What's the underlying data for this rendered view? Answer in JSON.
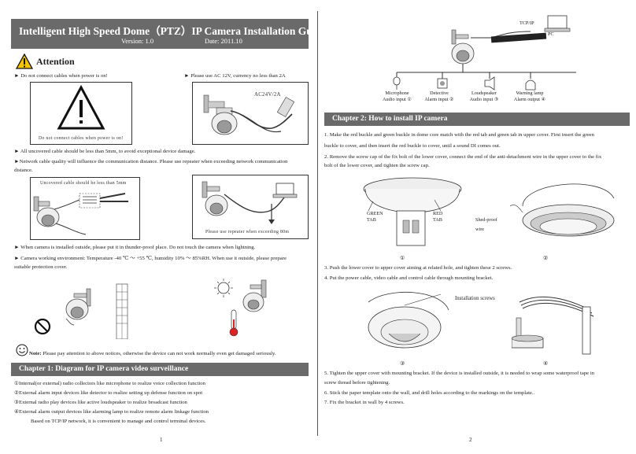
{
  "left": {
    "title": "Intelligent High Speed Dome（PTZ）IP Camera Installation Guide",
    "version": "Version:  1.0",
    "date": "Date: 2011.10",
    "attention_label": "Attention",
    "attention_items": [
      "► Do not connect cables when power is on!",
      "► Please use AC 12V, currency no less than 2A"
    ],
    "box1_caption": "Do not connect cables when power is on!",
    "ac_label": "AC24V/2A",
    "cable_notes": [
      "► All uncovered cable should be less than 5mm, to avoid exceptional device damage.",
      "►Network cable quality will influence the communication distance. Please use repeater when exceeding network communication",
      "distance."
    ],
    "box3_caption": "Uncovered cable should be less than 5mm",
    "box4_caption": "Please use repeater when exceeding 80m",
    "env_notes": [
      "► When camera is installed outside, please put it in thunder-proof place. Do not touch the camera when lightning.",
      "► Camera working environment: Temperature -40 ℃  ～  +55 ℃, humidity 10%  ～  85%RH. When use it outside, please prepare",
      "suitable protection cover."
    ],
    "note_bold": "Note:",
    "note_text": " Please pay attention to above notices, otherwise the device can not work normally even get damaged seriously.",
    "chapter1": "Chapter 1: Diagram for IP camera video surveillance",
    "chapter1_items": [
      "①Internal(or external) radio collectors like microphone to realize voice collection function",
      "②External alarm input devices like detector to realize setting up defense function on spot",
      "③External radio play devices like active loudspeaker to realize broadcast function",
      "④External alarm output devices like alarming lamp to realize remote alarm linkage function",
      "Based on TCP/IP network, it is convenient to manage and control terminal devices."
    ],
    "page_number": "1"
  },
  "right": {
    "tcpip": "TCP/IP",
    "pc": "PC",
    "devices": [
      {
        "name": "Microphone",
        "port": "Audio input",
        "num": "①"
      },
      {
        "name": "Detective",
        "port": "Alarm input",
        "num": "②"
      },
      {
        "name": "Loudspeaker",
        "port": "Audio input",
        "num": "③"
      },
      {
        "name": "Warning lamp",
        "port": "Alarm output",
        "num": "④"
      }
    ],
    "chapter2": "Chapter 2: How to install IP camera",
    "step1": [
      "1. Make the red buckle and green buckle in dome core match with the red tab and green tab in upper cover. First insert the green",
      "buckle to cover, and then insert the red buckle to cover, until a sound DI comes out.",
      "2. Remove the screw cap of the fix bolt of the lower cover, connect the end of the anti-detachment wire in the upper cover to the fix",
      "bolt of the lower cover, and tighten the screw cap."
    ],
    "green_tab": "GREEN\nTAB",
    "red_tab": "RED\nTAB",
    "shed_proof": "Shed-proof\nwire",
    "fig1": "①",
    "fig2": "②",
    "step3": [
      "3. Push the lower cover to upper cover aiming at related hole, and tighten these 2 screws.",
      "4. Put the power cable, video cable and control cable through mounting bracket."
    ],
    "installation_screws": "Installation screws",
    "fig3": "③",
    "fig4": "④",
    "step5": [
      "5. Tighten the upper cover with mounting bracket. If the device is installed outside, it is needed to wrap some waterproof tape in",
      "screw thread before tightening.",
      "6. Stick the paper template onto the wall, and drill holes according to the markings on the template..",
      "7. Fix the bracket in wall by 4 screws."
    ],
    "page_number": "2"
  }
}
